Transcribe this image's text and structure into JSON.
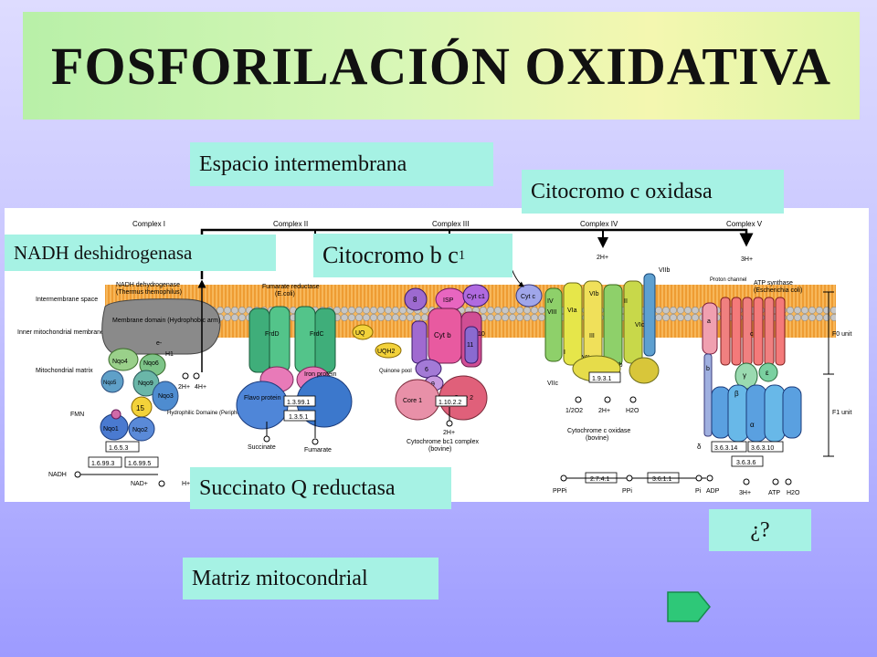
{
  "title": "FOSFORILACIÓN OXIDATIVA",
  "labels": {
    "intermembrane": "Espacio intermembrana",
    "cyt_oxidase": "Citocromo c oxidasa",
    "nadh": "NADH deshidrogenasa",
    "cyt_bc1": "Citocromo b c",
    "cyt_bc1_sub": "1",
    "succinate": "Succinato Q reductasa",
    "question": "¿?",
    "matrix": "Matriz mitocondrial"
  },
  "diagram": {
    "complex_headers": [
      "Complex I",
      "Complex II",
      "Complex III",
      "Complex IV",
      "Complex V"
    ],
    "side_labels": [
      "Intermembrane space",
      "Inner mitochondrial membrane",
      "Mitochondrial matrix"
    ],
    "complex1": {
      "name": "NADH dehydrogenase",
      "organism": "(Thermus themophilus)",
      "membrane": "Membrane domain (Hydrophobic arm)",
      "hydrophilic": "Hydrophilic Domaine (Peripheral arm)",
      "subunits": [
        "Nqo6",
        "Nqo4",
        "Nqo5",
        "Nqo9",
        "Nqo3",
        "Nqo1",
        "Nqo2",
        "15",
        "H1"
      ],
      "fmn": "FMN",
      "e": "e-",
      "ecs": [
        "1.6.5.3",
        "1.6.99.3",
        "1.6.99.5"
      ],
      "metabolites": [
        "NADH",
        "NAD+",
        "H+",
        "2H+",
        "4H+"
      ]
    },
    "complex2": {
      "name": "Fumarate reductase",
      "organism": "(E.coli)",
      "subunits": [
        "FrdD",
        "FrdC",
        "Flavo protein",
        "Iron protein"
      ],
      "quinone": [
        "UQ",
        "UQH2",
        "Quinone pool"
      ],
      "ecs": [
        "1.3.99.1",
        "1.3.5.1"
      ],
      "metabolites": [
        "Succinate",
        "Fumarate"
      ]
    },
    "complex3": {
      "name": "Cytochrome bc1 complex",
      "organism": "(bovine)",
      "subunits": [
        "8",
        "ISP",
        "Cyt c1",
        "Cyt b",
        "10",
        "11",
        "6",
        "9",
        "Core 1",
        "Core 2"
      ],
      "ecs": [
        "1.10.2.2"
      ],
      "metabolites": [
        "2H+"
      ]
    },
    "complex4": {
      "name": "Cytochrome c oxidase",
      "organism": "(bovine)",
      "subunits": [
        "Cyt c",
        "VIIb",
        "IV",
        "VIII",
        "VIb",
        "II",
        "VIa",
        "III",
        "VIc",
        "Vb",
        "VIIa",
        "Va",
        "VIIc",
        "I"
      ],
      "ecs": [
        "1.9.3.1"
      ],
      "metabolites": [
        "2H+",
        "1/2O2",
        "2H+",
        "H2O"
      ]
    },
    "complex5": {
      "name": "ATP synthase",
      "organism": "(Escherichia coli)",
      "proton_channel": "Proton channel",
      "subunits": [
        "a",
        "b",
        "c",
        "γ",
        "ε",
        "β",
        "α",
        "δ"
      ],
      "ecs": [
        "3.6.3.14",
        "3.6.3.10",
        "3.6.3.6",
        "2.7.4.1",
        "3.6.1.1"
      ],
      "metabolites": [
        "3H+",
        "3H+",
        "Pi",
        "ADP",
        "ATP",
        "H2O",
        "PPPi",
        "PPi"
      ],
      "units": [
        "F0 unit",
        "F1 unit"
      ]
    }
  },
  "colors": {
    "label_bg": "#a6f2e4",
    "membrane_lipid": "#f5a540",
    "membrane_head": "#b9b9b9",
    "nav_button": "#2ec878"
  },
  "nav_icon": "next-slide-arrow-icon"
}
